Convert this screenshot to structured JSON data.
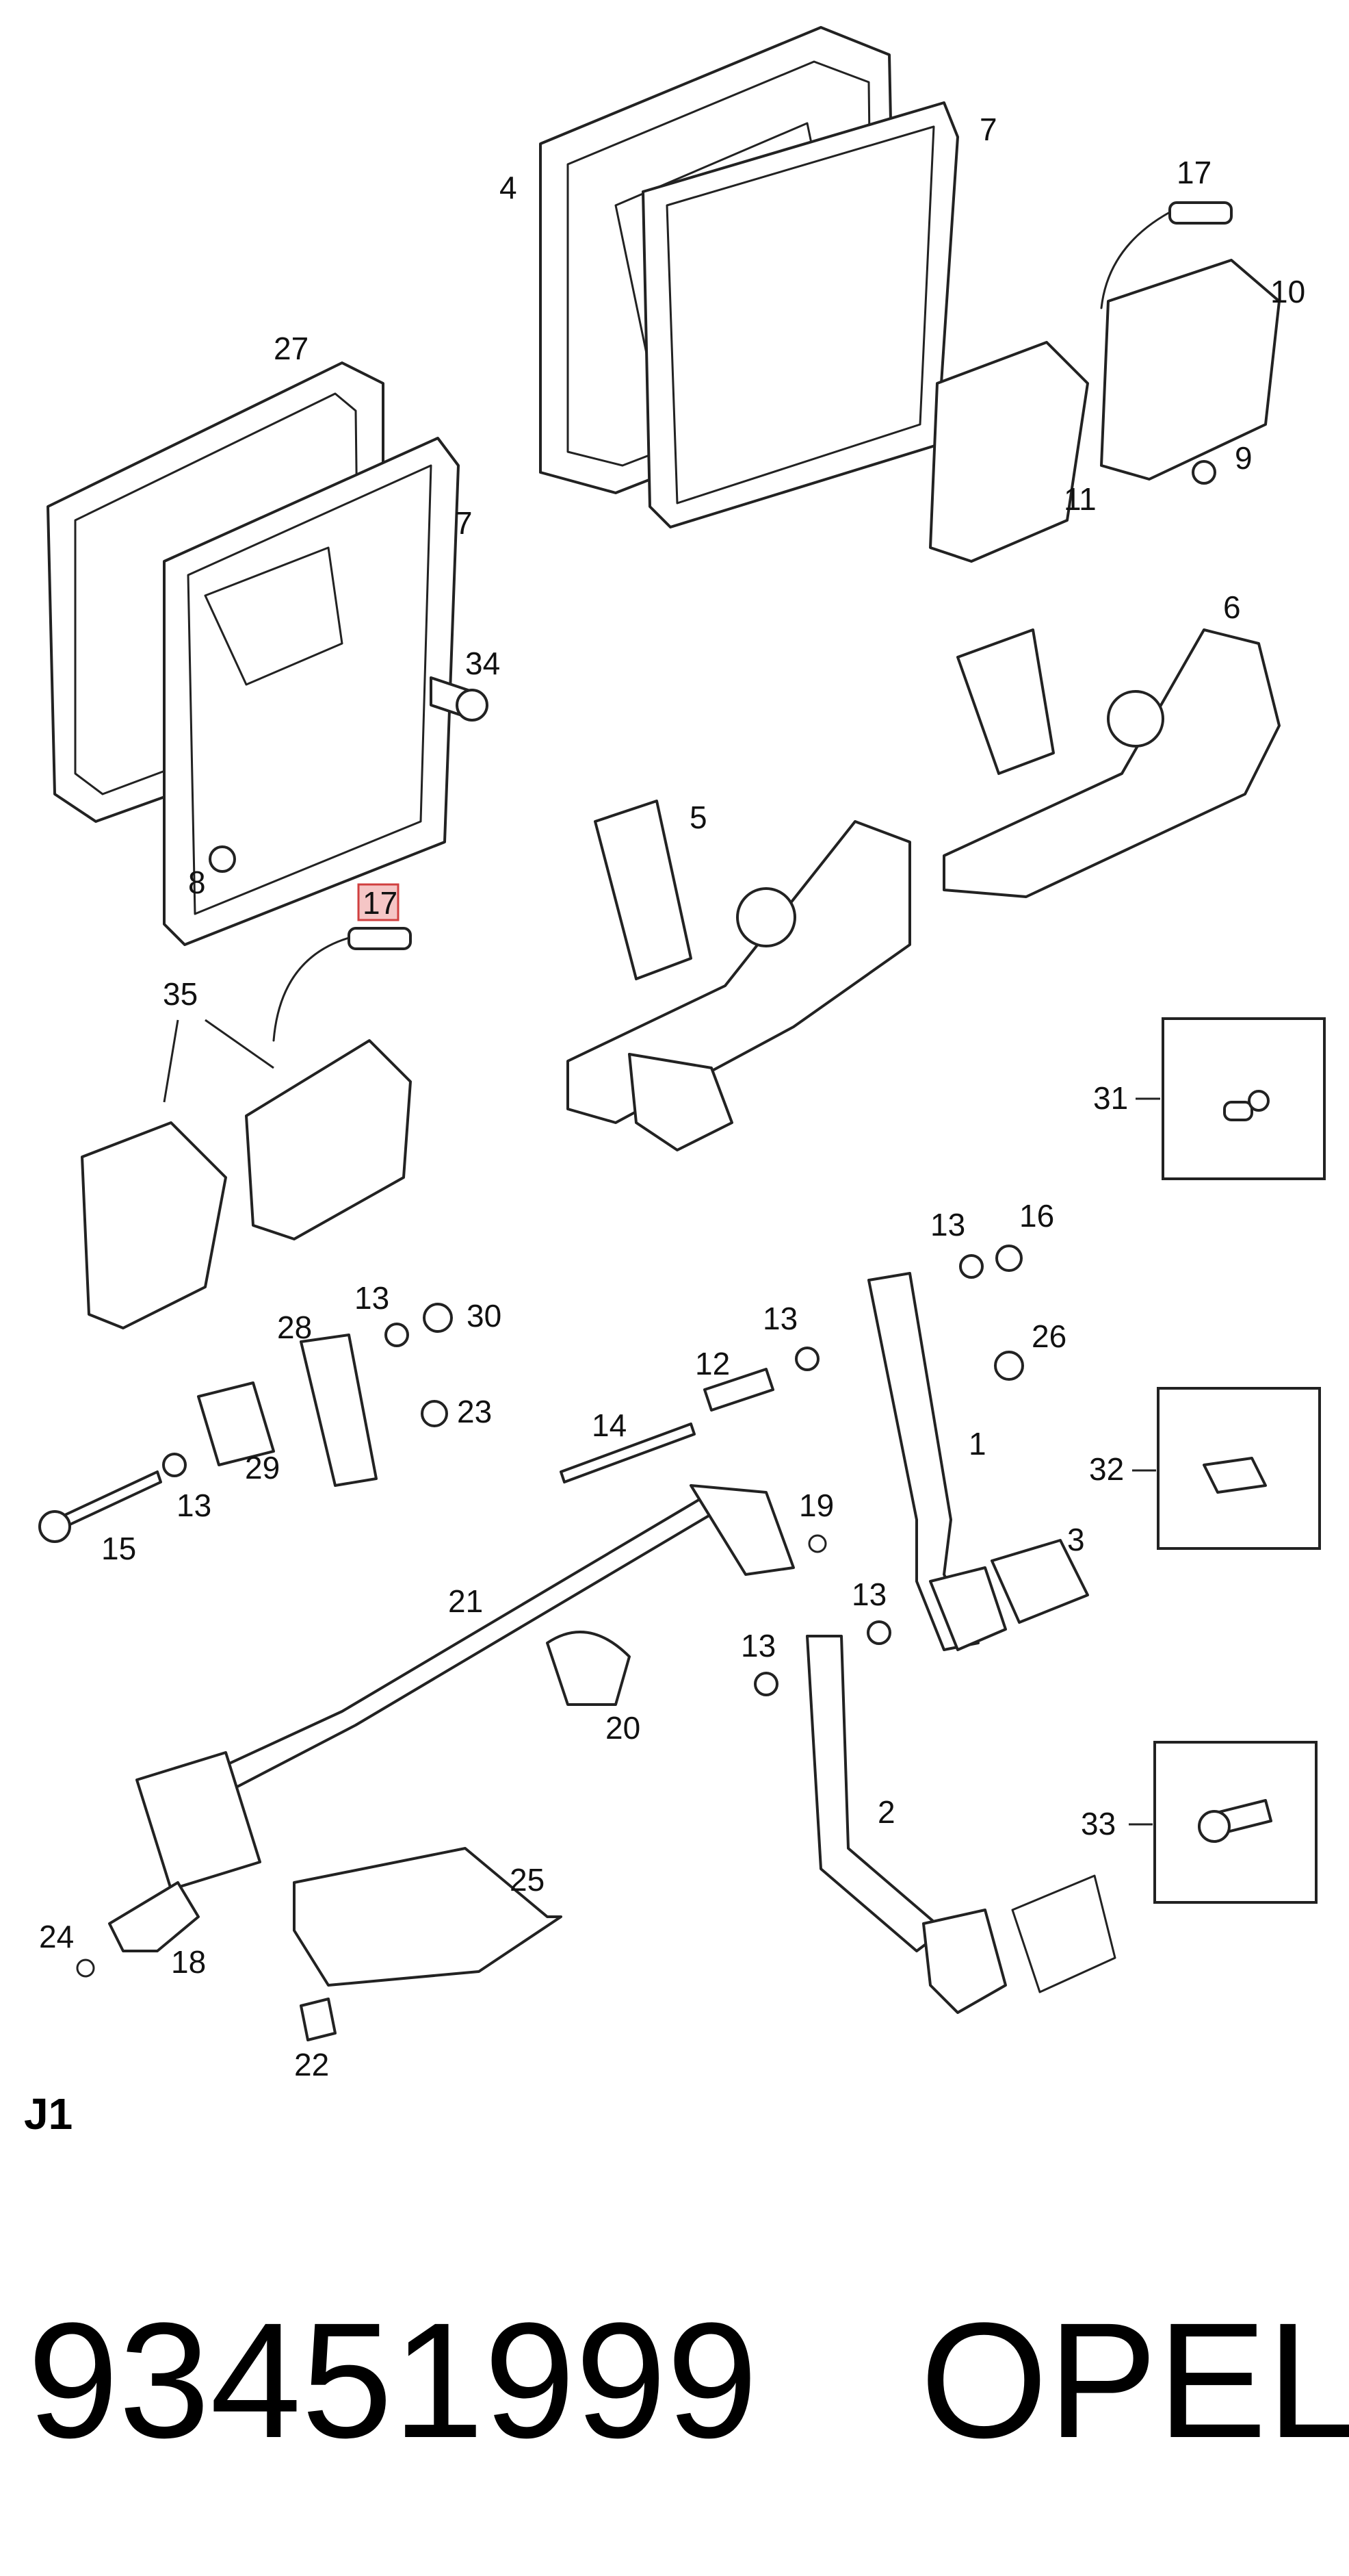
{
  "callouts": [
    "1",
    "2",
    "3",
    "4",
    "5",
    "6",
    "7",
    "7",
    "8",
    "9",
    "10",
    "11",
    "12",
    "13",
    "13",
    "13",
    "13",
    "13",
    "13",
    "14",
    "15",
    "16",
    "17",
    "17",
    "18",
    "19",
    "20",
    "21",
    "22",
    "23",
    "24",
    "25",
    "26",
    "27",
    "28",
    "29",
    "30",
    "31",
    "32",
    "33",
    "34",
    "35"
  ],
  "highlighted_callout": "17",
  "section_label": "J1",
  "footer": {
    "part_number": "93451999",
    "brand": "OPEL"
  }
}
